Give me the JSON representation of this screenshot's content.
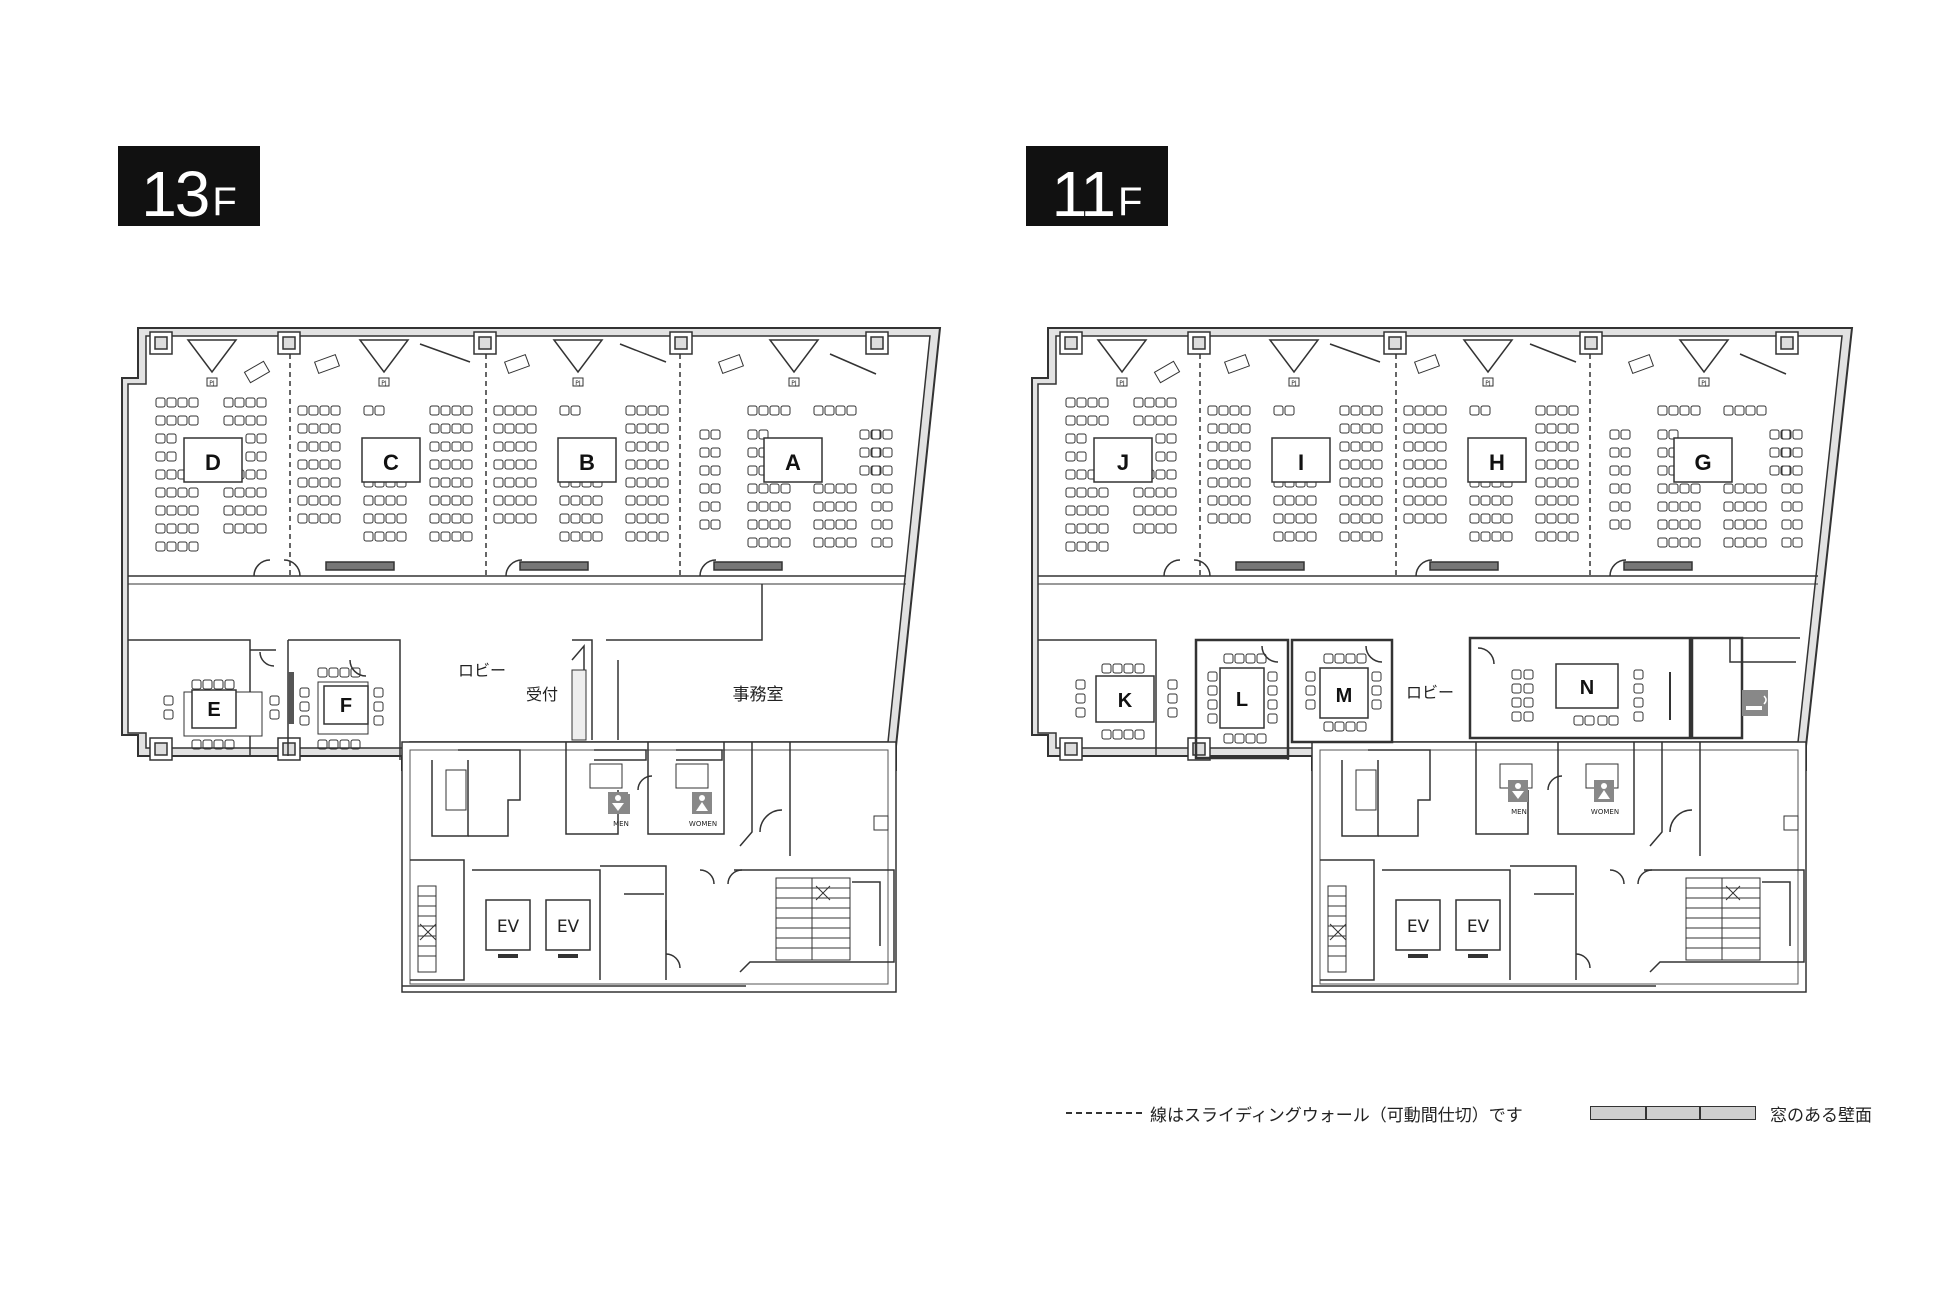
{
  "floors": [
    {
      "id": "13F",
      "label": {
        "num": "13",
        "unit": "F"
      },
      "rooms": [
        "D",
        "C",
        "B",
        "A",
        "E",
        "F"
      ],
      "areas": {
        "lobby": "ロビー",
        "reception": "受付",
        "office": "事務室"
      },
      "restrooms": {
        "men": "MEN",
        "women": "WOMEN"
      },
      "elevators": [
        "EV",
        "EV"
      ],
      "projector": "PJ"
    },
    {
      "id": "11F",
      "label": {
        "num": "11",
        "unit": "F"
      },
      "rooms": [
        "J",
        "I",
        "H",
        "G",
        "K",
        "L",
        "M",
        "N"
      ],
      "areas": {
        "lobby": "ロビー"
      },
      "restrooms": {
        "men": "MEN",
        "women": "WOMEN"
      },
      "elevators": [
        "EV",
        "EV"
      ],
      "projector": "PJ",
      "icons": [
        "smoking-area-icon"
      ]
    }
  ],
  "legend": {
    "sliding_wall": "線はスライディングウォール（可動間仕切）です",
    "window_wall": "窓のある壁面"
  },
  "colors": {
    "ink": "#222222",
    "badge": "#111111",
    "window_fill": "#cfcfcf"
  }
}
